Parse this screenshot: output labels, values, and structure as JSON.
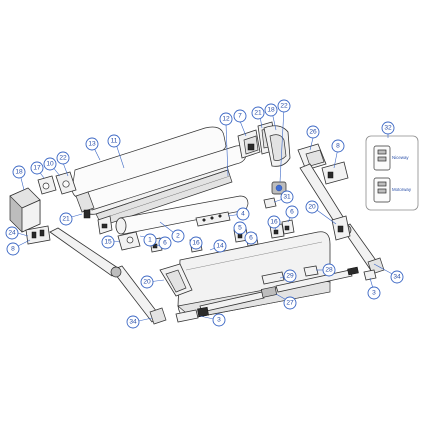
{
  "diagram": {
    "callouts": [
      "1",
      "2",
      "3",
      "3",
      "4",
      "5",
      "6",
      "6",
      "7",
      "8",
      "8",
      "10",
      "12",
      "13",
      "14",
      "15",
      "16",
      "16",
      "17",
      "18",
      "18",
      "20",
      "20",
      "21",
      "21",
      "22",
      "22",
      "24",
      "26",
      "27",
      "28",
      "29",
      "31",
      "32",
      "34",
      "34",
      "11"
    ],
    "remote_labels": [
      "Niceway",
      "Motorway"
    ]
  },
  "colors": {
    "callout": "#3a66c4",
    "motor_accent": "#3f6fd8"
  }
}
